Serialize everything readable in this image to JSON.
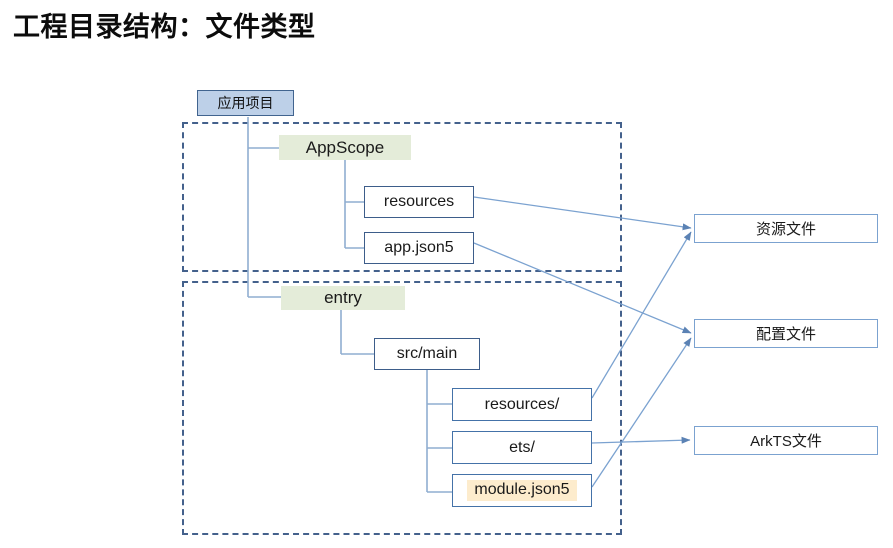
{
  "slide": {
    "title": "工程目录结构：文件类型"
  },
  "colors": {
    "root_fill": "#bdd0e8",
    "root_border": "#41648f",
    "group_head_fill": "#e4ecd9",
    "file_border": "#3d5d8a",
    "category_border": "#7ba2d0",
    "highlight_fill": "#fdeccd",
    "dashed_border": "#44618c",
    "wire": "#8fadd0",
    "arrow": "#5b82b4"
  },
  "tree": {
    "root": {
      "label": "应用项目"
    },
    "groups": [
      {
        "name": "appscope-group",
        "head": {
          "label": "AppScope"
        },
        "children": [
          {
            "label": "resources"
          },
          {
            "label": "app.json5"
          }
        ]
      },
      {
        "name": "entry-group",
        "head": {
          "label": "entry"
        },
        "children": [
          {
            "label": "src/main",
            "children": [
              {
                "label": "resources/",
                "highlighted": false
              },
              {
                "label": "ets/",
                "highlighted": false
              },
              {
                "label": "module.json5",
                "highlighted": true
              }
            ]
          }
        ]
      }
    ]
  },
  "categories": [
    {
      "name": "resource-files",
      "label": "资源文件"
    },
    {
      "name": "config-files",
      "label": "配置文件"
    },
    {
      "name": "arkts-files",
      "label": "ArkTS文件"
    }
  ],
  "mappings": [
    {
      "from": "resources",
      "to": "资源文件"
    },
    {
      "from": "app.json5",
      "to": "配置文件"
    },
    {
      "from": "resources/",
      "to": "资源文件"
    },
    {
      "from": "ets/",
      "to": "ArkTS文件"
    },
    {
      "from": "module.json5",
      "to": "配置文件"
    }
  ]
}
